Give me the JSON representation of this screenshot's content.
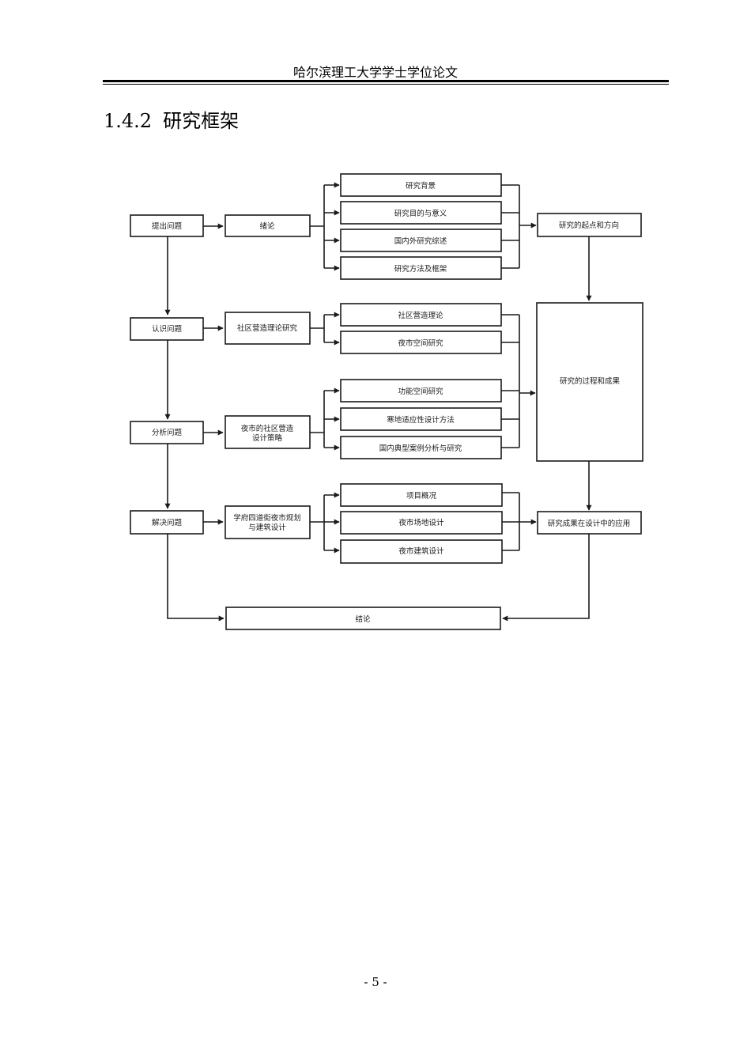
{
  "header": {
    "title": "哈尔滨理工大学学士学位论文"
  },
  "section": {
    "number": "1.4.2",
    "title": "研究框架"
  },
  "diagram": {
    "stages": [
      "提出问题",
      "认识问题",
      "分析问题",
      "解决问题"
    ],
    "intro": "绪论",
    "theory": "社区营造理论研究",
    "strategy_l1": "夜市的社区营造",
    "strategy_l2": "设计策略",
    "design_l1": "学府四道街夜市规划",
    "design_l2": "与建筑设计",
    "group1": [
      "研究背景",
      "研究目的与意义",
      "国内外研究综述",
      "研究方法及框架"
    ],
    "group2": [
      "社区营造理论",
      "夜市空间研究"
    ],
    "group3": [
      "功能空间研究",
      "寒地适应性设计方法",
      "国内典型案例分析与研究"
    ],
    "group4": [
      "项目概况",
      "夜市场地设计",
      "夜市建筑设计"
    ],
    "out_start": "研究的起点和方向",
    "out_process": "研究的过程和成果",
    "out_apply": "研究成果在设计中的应用",
    "conclusion": "结论"
  },
  "footer": {
    "page": "- 5 -"
  }
}
